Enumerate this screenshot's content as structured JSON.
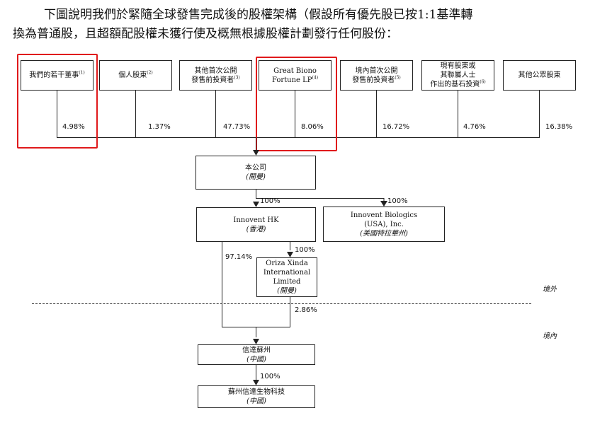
{
  "intro": {
    "line1": "下圖說明我們於緊隨全球發售完成後的股權架構（假設所有優先股已按1:1基準轉",
    "line2": "換為普通股，且超額配股權未獲行使及概無根據股權計劃發行任何股份："
  },
  "shareholders": [
    {
      "name": "我們的若干董事",
      "note": "(1)",
      "pct": "4.98%"
    },
    {
      "name": "個人股東",
      "note": "(2)",
      "pct": "1.37%"
    },
    {
      "name": "其他首次公開發售前投資者",
      "line1": "其他首次公開",
      "line2": "發售前投資者",
      "note": "(3)",
      "pct": "47.73%"
    },
    {
      "name": "Great Biono Fortune LP",
      "line1": "Great Biono",
      "line2": "Fortune LP",
      "note": "(4)",
      "pct": "8.06%"
    },
    {
      "name": "境內首次公開發售前投資者",
      "line1": "境內首次公開",
      "line2": "發售前投資者",
      "note": "(5)",
      "pct": "16.72%"
    },
    {
      "name": "現有股東或其聯屬人士作出的基石投資",
      "line1": "現有股東或",
      "line2": "其聯屬人士",
      "line3": "作出的基石投資",
      "note": "(6)",
      "pct": "4.76%"
    },
    {
      "name": "其他公眾股東",
      "note": "",
      "pct": "16.38%"
    }
  ],
  "company": {
    "name": "本公司",
    "jurisdiction": "(開曼)"
  },
  "innovent_hk": {
    "name": "Innovent HK",
    "jurisdiction": "(香港)",
    "pct": "100%"
  },
  "innovent_usa": {
    "line1": "Innovent Biologics",
    "line2": "(USA), Inc.",
    "jurisdiction": "(美國特拉華州)",
    "pct": "100%"
  },
  "oriza": {
    "line1": "Oriza Xinda",
    "line2": "International",
    "line3": "Limited",
    "jurisdiction": "(開曼)",
    "pct": "100%"
  },
  "xinda_suzhou": {
    "name": "信達蘇州",
    "jurisdiction": "(中國)",
    "pct_from_hk": "97.14%",
    "pct_from_oriza": "2.86%"
  },
  "suzhou_bio": {
    "name": "蘇州信達生物科技",
    "jurisdiction": "(中國)",
    "pct": "100%"
  },
  "regions": {
    "offshore": "境外",
    "onshore": "境內"
  },
  "highlight_color": "#e0191b"
}
